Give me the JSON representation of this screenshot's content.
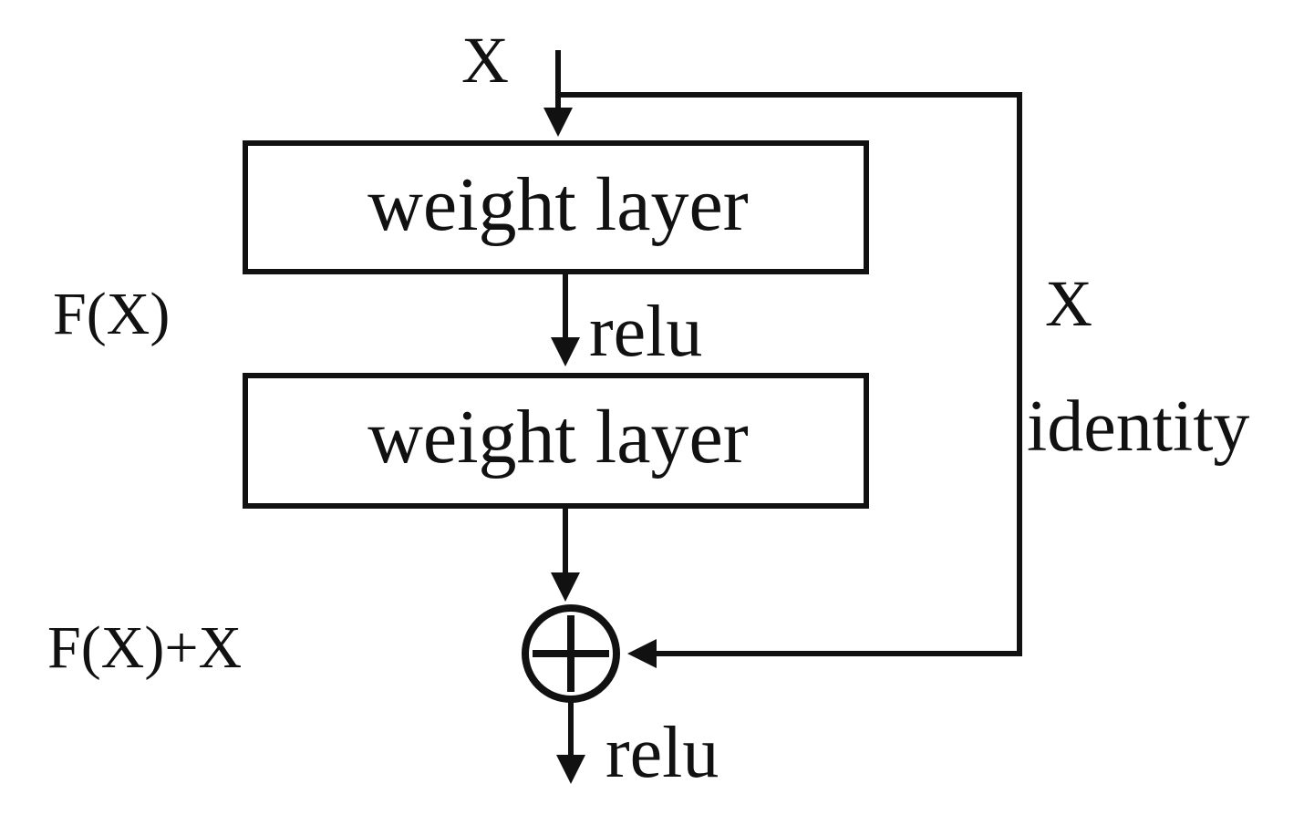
{
  "input_label": "X",
  "layers": [
    {
      "label": "weight layer"
    },
    {
      "label": "weight layer"
    }
  ],
  "activation_mid": "relu",
  "activation_out": "relu",
  "residual_label": "F(X)",
  "sum_label": "F(X)+X",
  "shortcut": {
    "var_label": "X",
    "type_label": "identity"
  },
  "colors": {
    "stroke": "#111111",
    "background": "#ffffff"
  }
}
